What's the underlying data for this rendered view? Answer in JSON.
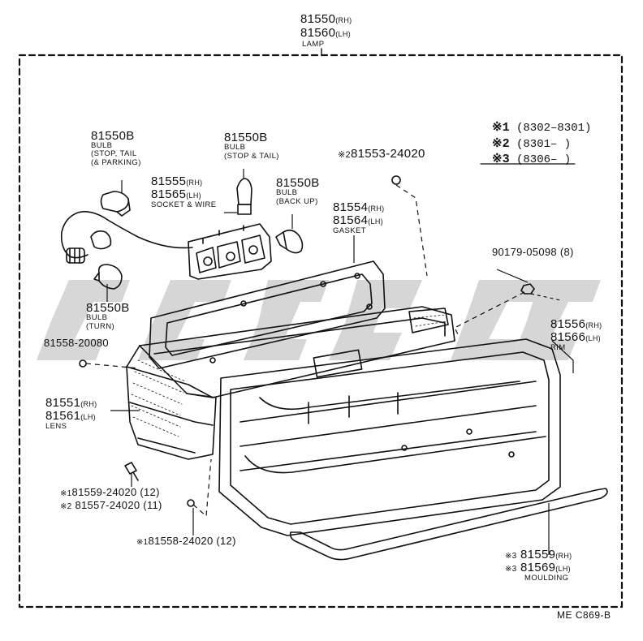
{
  "lamp": {
    "pn_rh": "81550",
    "sfx_rh": "(RH)",
    "pn_lh": "81560",
    "sfx_lh": "(LH)",
    "name": "LAMP"
  },
  "bulb_stop_tail_parking": {
    "pn": "81550B",
    "l1": "BULB",
    "l2": "STOP, TAIL",
    "l3": "& PARKING"
  },
  "bulb_stop_tail": {
    "pn": "81550B",
    "l1": "BULB",
    "l2": "(STOP & TAIL)"
  },
  "bulb_back_up": {
    "pn": "81550B",
    "l1": "BULB",
    "l2": "(BACK UP)"
  },
  "bulb_turn": {
    "pn": "81550B",
    "l1": "BULB",
    "l2": "(TURN)"
  },
  "socket": {
    "pn_rh": "81555",
    "sfx_rh": "(RH)",
    "pn_lh": "81565",
    "sfx_lh": "(LH)",
    "name": "SOCKET & WIRE"
  },
  "gasket": {
    "pn_rh": "81554",
    "sfx_rh": "(RH)",
    "pn_lh": "81564",
    "sfx_lh": "(LH)",
    "name": "GASKET"
  },
  "part_81553": {
    "mark": "※2",
    "pn": "81553-24020"
  },
  "part_90179": {
    "pn": "90179-05098 (8)"
  },
  "part_81558_20080": {
    "pn": "81558-20080"
  },
  "rim": {
    "pn_rh": "81556",
    "sfx_rh": "(RH)",
    "pn_lh": "81566",
    "sfx_lh": "(LH)",
    "name": "RIM"
  },
  "lens": {
    "pn_rh": "81551",
    "sfx_rh": "(RH)",
    "pn_lh": "81561",
    "sfx_lh": "(LH)",
    "name": "LENS"
  },
  "screws": [
    {
      "mark": "※1",
      "pn": "81559-24020 (12)"
    },
    {
      "mark": "※2",
      "pn": "81557-24020 (11)"
    },
    {
      "mark": "※1",
      "pn": "81558-24020 (12)"
    }
  ],
  "moulding": {
    "mark": "※3",
    "pn_rh": "81559",
    "sfx_rh": "(RH)",
    "pn_lh": "81569",
    "sfx_lh": "(LH)",
    "name": "MOULDING"
  },
  "legend": [
    {
      "mark": "※1",
      "text": "(8302–8301)"
    },
    {
      "mark": "※2",
      "text": "(8301–      )"
    },
    {
      "mark": "※3",
      "text": "(8306–      )"
    }
  ],
  "diagram_code": "ME C869-B"
}
